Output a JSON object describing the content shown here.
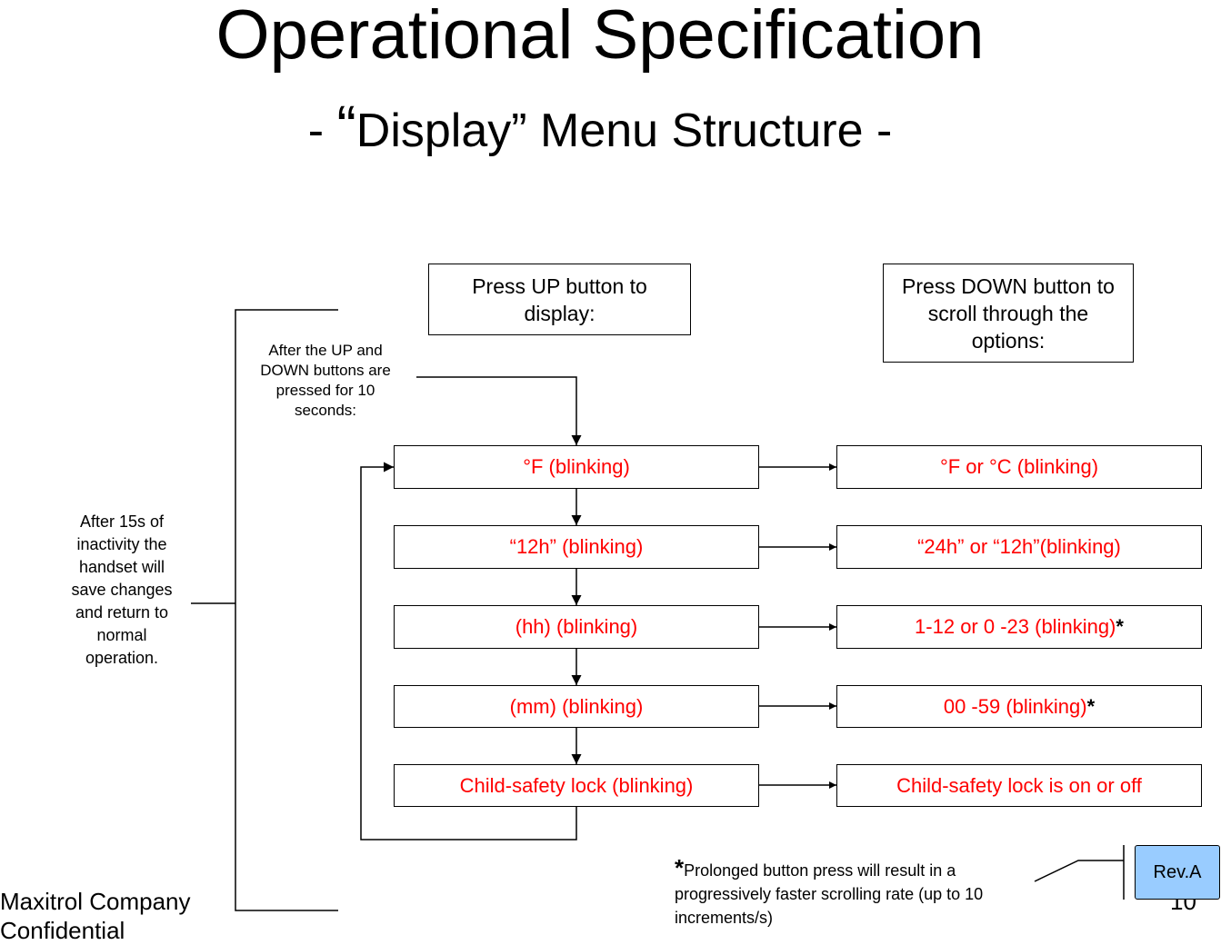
{
  "title": "Operational Specification",
  "subtitle": {
    "open": "- ",
    "quote": "“",
    "text": "Display” Menu Structure -"
  },
  "headers": {
    "up": "Press UP button to display:",
    "down": "Press DOWN button to scroll through the options:"
  },
  "entry_note": "After the UP and DOWN buttons are pressed for 10 seconds:",
  "timeout_note": "After 15s of inactivity the handset will save changes and return to normal operation.",
  "steps": [
    {
      "left": "°F  (blinking)",
      "right": "°F  or °C (blinking)",
      "star": ""
    },
    {
      "left": "“12h” (blinking)",
      "right": "“24h” or “12h”(blinking)",
      "star": ""
    },
    {
      "left": "(hh)  (blinking)",
      "right": "1-12 or 0 -23 (blinking)",
      "star": "*"
    },
    {
      "left": "(mm)  (blinking)",
      "right": "00 -59 (blinking)",
      "star": "*"
    },
    {
      "left": "Child-safety lock  (blinking)",
      "right": "Child-safety lock is on or off",
      "star": ""
    }
  ],
  "footnote": {
    "star": "*",
    "text": "Prolonged button press will result in a progressively faster scrolling rate (up to 10 increments/s)"
  },
  "footer": {
    "company": "Maxitrol Company",
    "confidential": "Confidential",
    "page": "10"
  },
  "rev": "Rev.A",
  "colors": {
    "step_text": "#ff0000",
    "rev_fill": "#99ccff"
  }
}
